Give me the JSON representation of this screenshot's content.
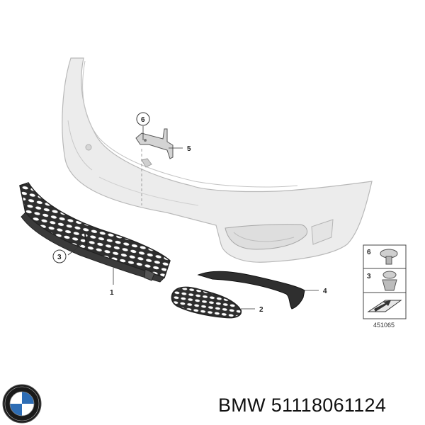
{
  "callouts": {
    "c1": "1",
    "c2": "2",
    "c3": "3",
    "c4": "4",
    "c5": "5",
    "c6": "6"
  },
  "legend": {
    "items": [
      {
        "number": "6",
        "icon": "push-rivet-icon"
      },
      {
        "number": "3",
        "icon": "expanding-clip-icon"
      }
    ],
    "figure_number": "451065"
  },
  "caption": {
    "brand": "BMW",
    "part_number": "51118061124"
  },
  "colors": {
    "bumper_fill": "#ececec",
    "grille": "#3a3a3a",
    "text": "#111111"
  }
}
